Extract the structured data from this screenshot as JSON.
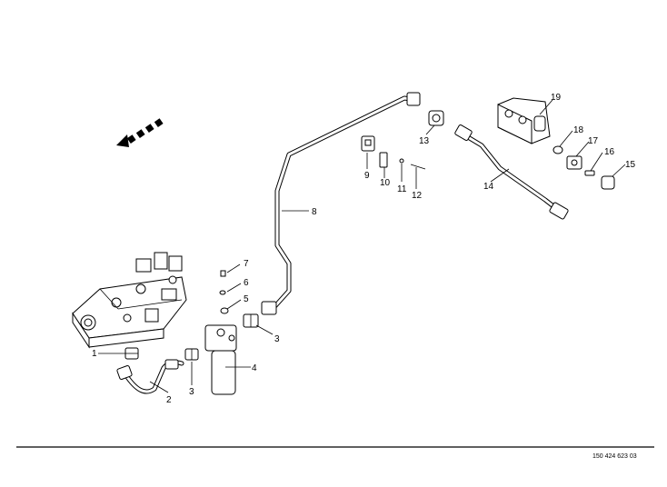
{
  "document_number": "150 424 623 03",
  "callouts": {
    "p1": "1",
    "p2": "2",
    "p3a": "3",
    "p3b": "3",
    "p4": "4",
    "p5": "5",
    "p6": "6",
    "p7": "7",
    "p8": "8",
    "p9": "9",
    "p10": "10",
    "p11": "11",
    "p12": "12",
    "p13": "13",
    "p14": "14",
    "p15": "15",
    "p16": "16",
    "p17": "17",
    "p18": "18",
    "p19": "19"
  },
  "colors": {
    "line": "#000000",
    "background": "#ffffff"
  },
  "icons": [
    "direction-arrow-icon"
  ]
}
